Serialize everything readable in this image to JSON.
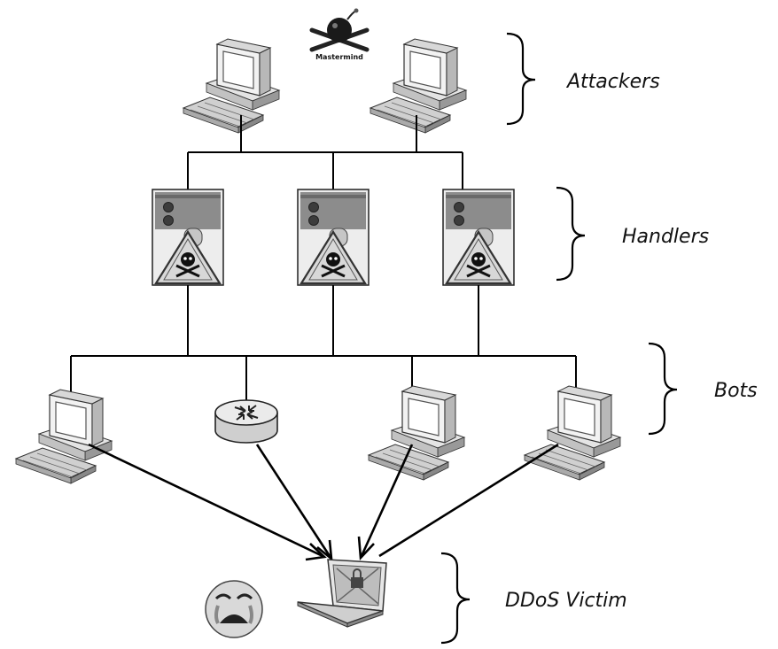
{
  "labels": {
    "mastermind": "Mastermind",
    "attackers": "Attackers",
    "handlers": "Handlers",
    "bots": "Bots",
    "victim": "DDoS Victim"
  },
  "colors": {
    "line": "#000000",
    "device_light": "#e6e6e6",
    "device_mid": "#b0b0b0",
    "device_dark": "#5a5a5a",
    "warning_fill": "#d8d8d8"
  },
  "icons": {
    "attacker_device": "desktop-computer-icon",
    "handler_device": "server-tower-icon",
    "bot_device": "desktop-computer-icon",
    "router_device": "router-icon",
    "victim_device": "laptop-icon",
    "victim_mood": "crying-face-icon",
    "mastermind": "bomb-skull-crossbones-icon"
  }
}
